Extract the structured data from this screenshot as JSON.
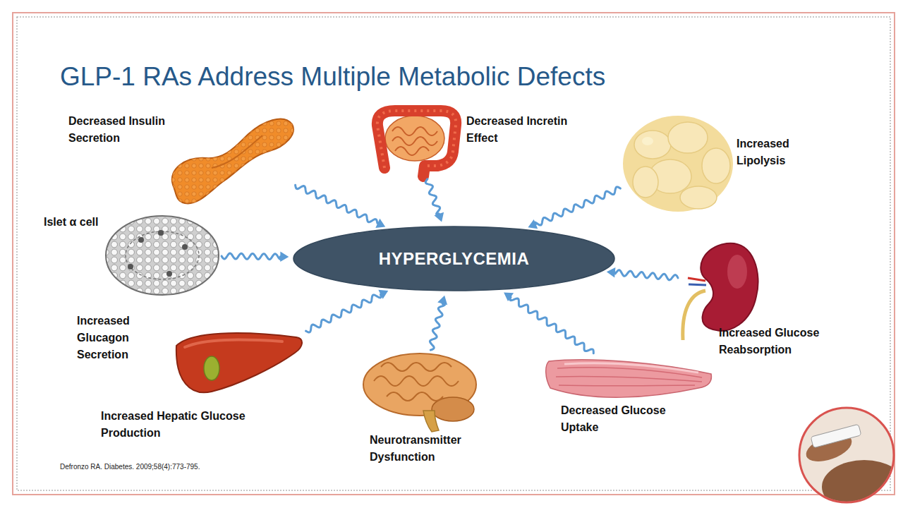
{
  "diagram": {
    "title": "GLP-1 RAs Address Multiple Metabolic Defects",
    "nodes": [
      {
        "text": [
          "Decreased Insulin Secretion"
        ]
      },
      {
        "text": [
          "Decreased Incretin Effect"
        ]
      },
      {
        "text": [
          "Increased Lipolysis"
        ]
      },
      {
        "text": [
          "Islet α cell",
          "Increased Glucagon Secretion"
        ]
      },
      {
        "text": [
          "HYPERGLYCEMIA"
        ]
      },
      {
        "text": [
          "Increased Glucose Reabsorption"
        ]
      },
      {
        "text": [
          "Increased Hepatic Glucose Production"
        ]
      },
      {
        "text": [
          "Neurotransmitter Dysfunction"
        ]
      },
      {
        "text": [
          "Decreased Glucose Uptake"
        ]
      }
    ],
    "edges": [
      {
        "from": 0,
        "to": 4,
        "arrow": "to"
      },
      {
        "from": 1,
        "to": 4,
        "arrow": "to"
      },
      {
        "from": 2,
        "to": 4,
        "arrow": "to"
      },
      {
        "from": 3,
        "to": 4,
        "arrow": "to"
      },
      {
        "from": 5,
        "to": 4,
        "arrow": "to"
      },
      {
        "from": 6,
        "to": 4,
        "arrow": "to"
      },
      {
        "from": 7,
        "to": 4,
        "arrow": "to"
      },
      {
        "from": 8,
        "to": 4,
        "arrow": "to"
      }
    ],
    "labels": [
      "Defronzo RA. Diabetes. 2009;58(4):773-795."
    ]
  }
}
